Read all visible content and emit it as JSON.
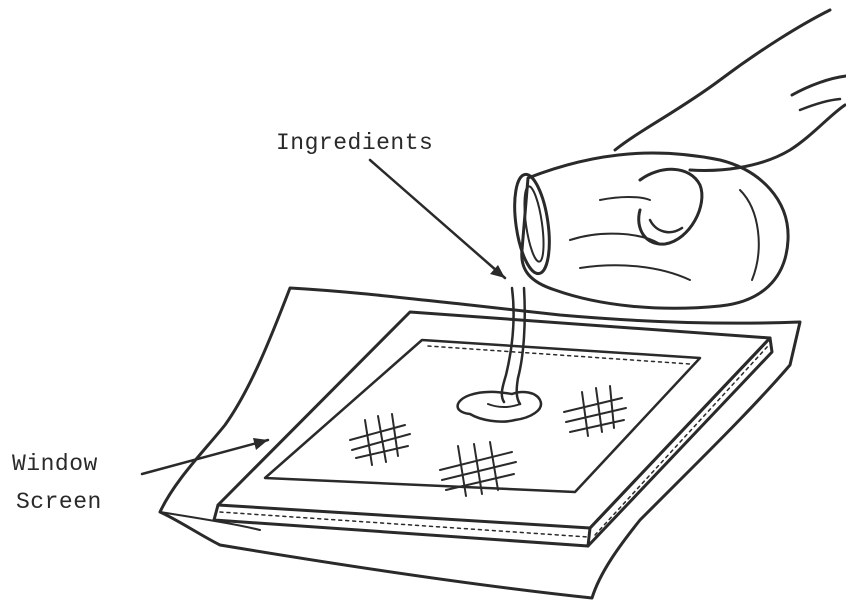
{
  "labels": {
    "ingredients": "Ingredients",
    "window_line1": "Window",
    "window_line2": "Screen"
  },
  "colors": {
    "ink": "#2a2a2a",
    "paper": "#ffffff"
  },
  "icons": {
    "hand": "hand-icon",
    "jar": "jar-icon",
    "frame": "screen-frame-icon"
  }
}
